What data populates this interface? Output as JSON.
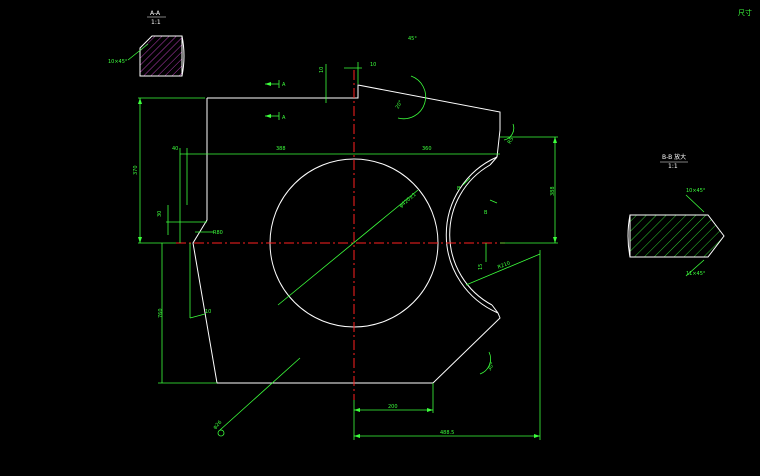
{
  "drawing": {
    "corner_label": "尺寸",
    "section_aa": {
      "title": "A-A",
      "scale": "1:1",
      "chamfer": "10×45°"
    },
    "section_bb": {
      "title": "B-B 放大",
      "scale": "1:1",
      "chamfer_top": "10×45°",
      "chamfer_bottom": "11×45°"
    },
    "dims": {
      "d1": "10",
      "d2": "10",
      "d3": "40",
      "d4": "388",
      "d5": "360",
      "d6": "370",
      "d7": "388",
      "d8": "30",
      "d9": "R80",
      "d10": "760",
      "d11": "10",
      "d12": "φ420±1",
      "d13": "R210",
      "d14": "15",
      "d15": "20°",
      "d16": "R5",
      "d17": "30°",
      "d18": "45°",
      "d19": "200",
      "d20": "488.5",
      "d21": "φ26"
    },
    "section_marks": {
      "a_top": "A",
      "a_bottom": "A",
      "b_top": "B",
      "b_bottom": "B"
    },
    "colors": {
      "background": "#000000",
      "outline": "#ffffff",
      "dimension": "#3cff3c",
      "centerline": "#ff2020",
      "hatch": "#b43cb4"
    }
  }
}
